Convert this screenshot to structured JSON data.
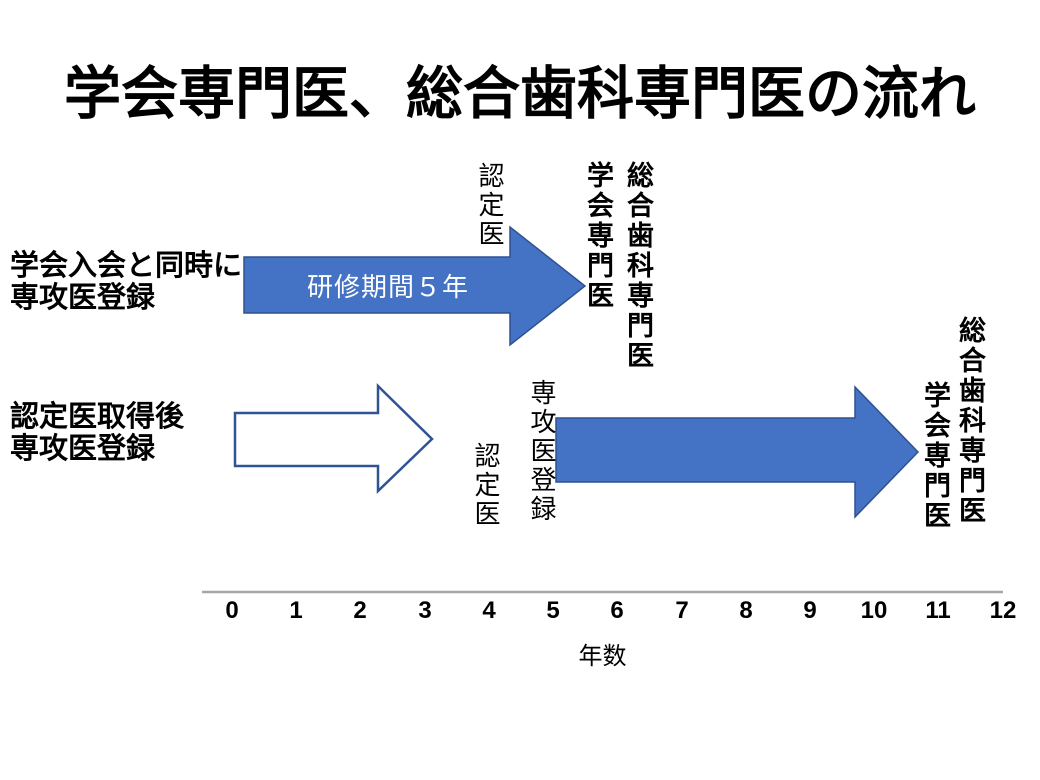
{
  "title": "学会専門医、総合歯科専門医の流れ",
  "row1": {
    "label_line1": "学会入会と同時に",
    "label_line2": "専攻医登録",
    "arrow_text": "研修期間５年",
    "arrow_start_year": 0,
    "arrow_end_year": 5,
    "milestone_certified": "認定医",
    "milestone_society": "学会専門医",
    "milestone_general": "総合歯科専門医"
  },
  "row2": {
    "label_line1": "認定医取得後",
    "label_line2": "専攻医登録",
    "outline_arrow_start_year": 0,
    "outline_arrow_end_year": 3,
    "milestone_certified": "認定医",
    "milestone_registration": "専攻医登録",
    "filled_arrow_start_year": 5,
    "filled_arrow_end_year": 11,
    "milestone_society": "学会専門医",
    "milestone_general": "総合歯科専門医"
  },
  "axis": {
    "ticks": [
      "0",
      "1",
      "2",
      "3",
      "4",
      "5",
      "6",
      "7",
      "8",
      "9",
      "10",
      "11",
      "12"
    ],
    "label": "年数",
    "range": [
      0,
      12
    ]
  },
  "colors": {
    "arrow_fill": "#4472C4",
    "arrow_border": "#2F528F",
    "outline_arrow_border": "#2F5496",
    "axis_line": "#A6A6A6",
    "text": "#000000",
    "arrow_text": "#FFFFFF"
  }
}
